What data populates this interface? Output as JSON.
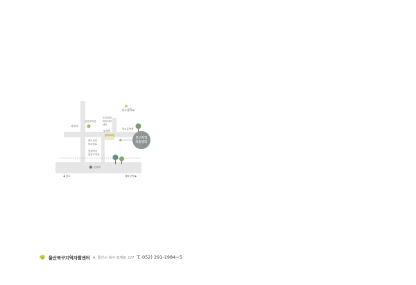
{
  "map": {
    "labels": {
      "north_school": "농소중학교",
      "dajisoy": "다지소",
      "shop_left": "금성우마금",
      "academy_line1": "도우정리",
      "academy_line2": "마리아타",
      "academy_line3": "센터",
      "youth_shop": "희소은학원",
      "hoegye": "호계역",
      "dual_line1": "메드로업",
      "dual_line2": "뜨리마트",
      "apt_line1": "호계역사",
      "apt_line2": "공영주차장",
      "center_line1": "북구지역",
      "center_line2": "자활센터",
      "station": "호계역",
      "dir_left": "◀ 경주",
      "dir_right": "태화강역 ▶"
    },
    "colors": {
      "road": "#e6e6e6",
      "center_badge": "#8d9694",
      "station_roof": "#8f9a3c",
      "tree_green": "#8aa66a",
      "tree_teal": "#5f8f86"
    }
  },
  "footer": {
    "org_name": "울산북구지역자활센터",
    "address": "A. 울산시 북구 호계로 227",
    "phone": "T. 052) 291-1984~5",
    "logo_icon": "leaf-logo-icon"
  }
}
